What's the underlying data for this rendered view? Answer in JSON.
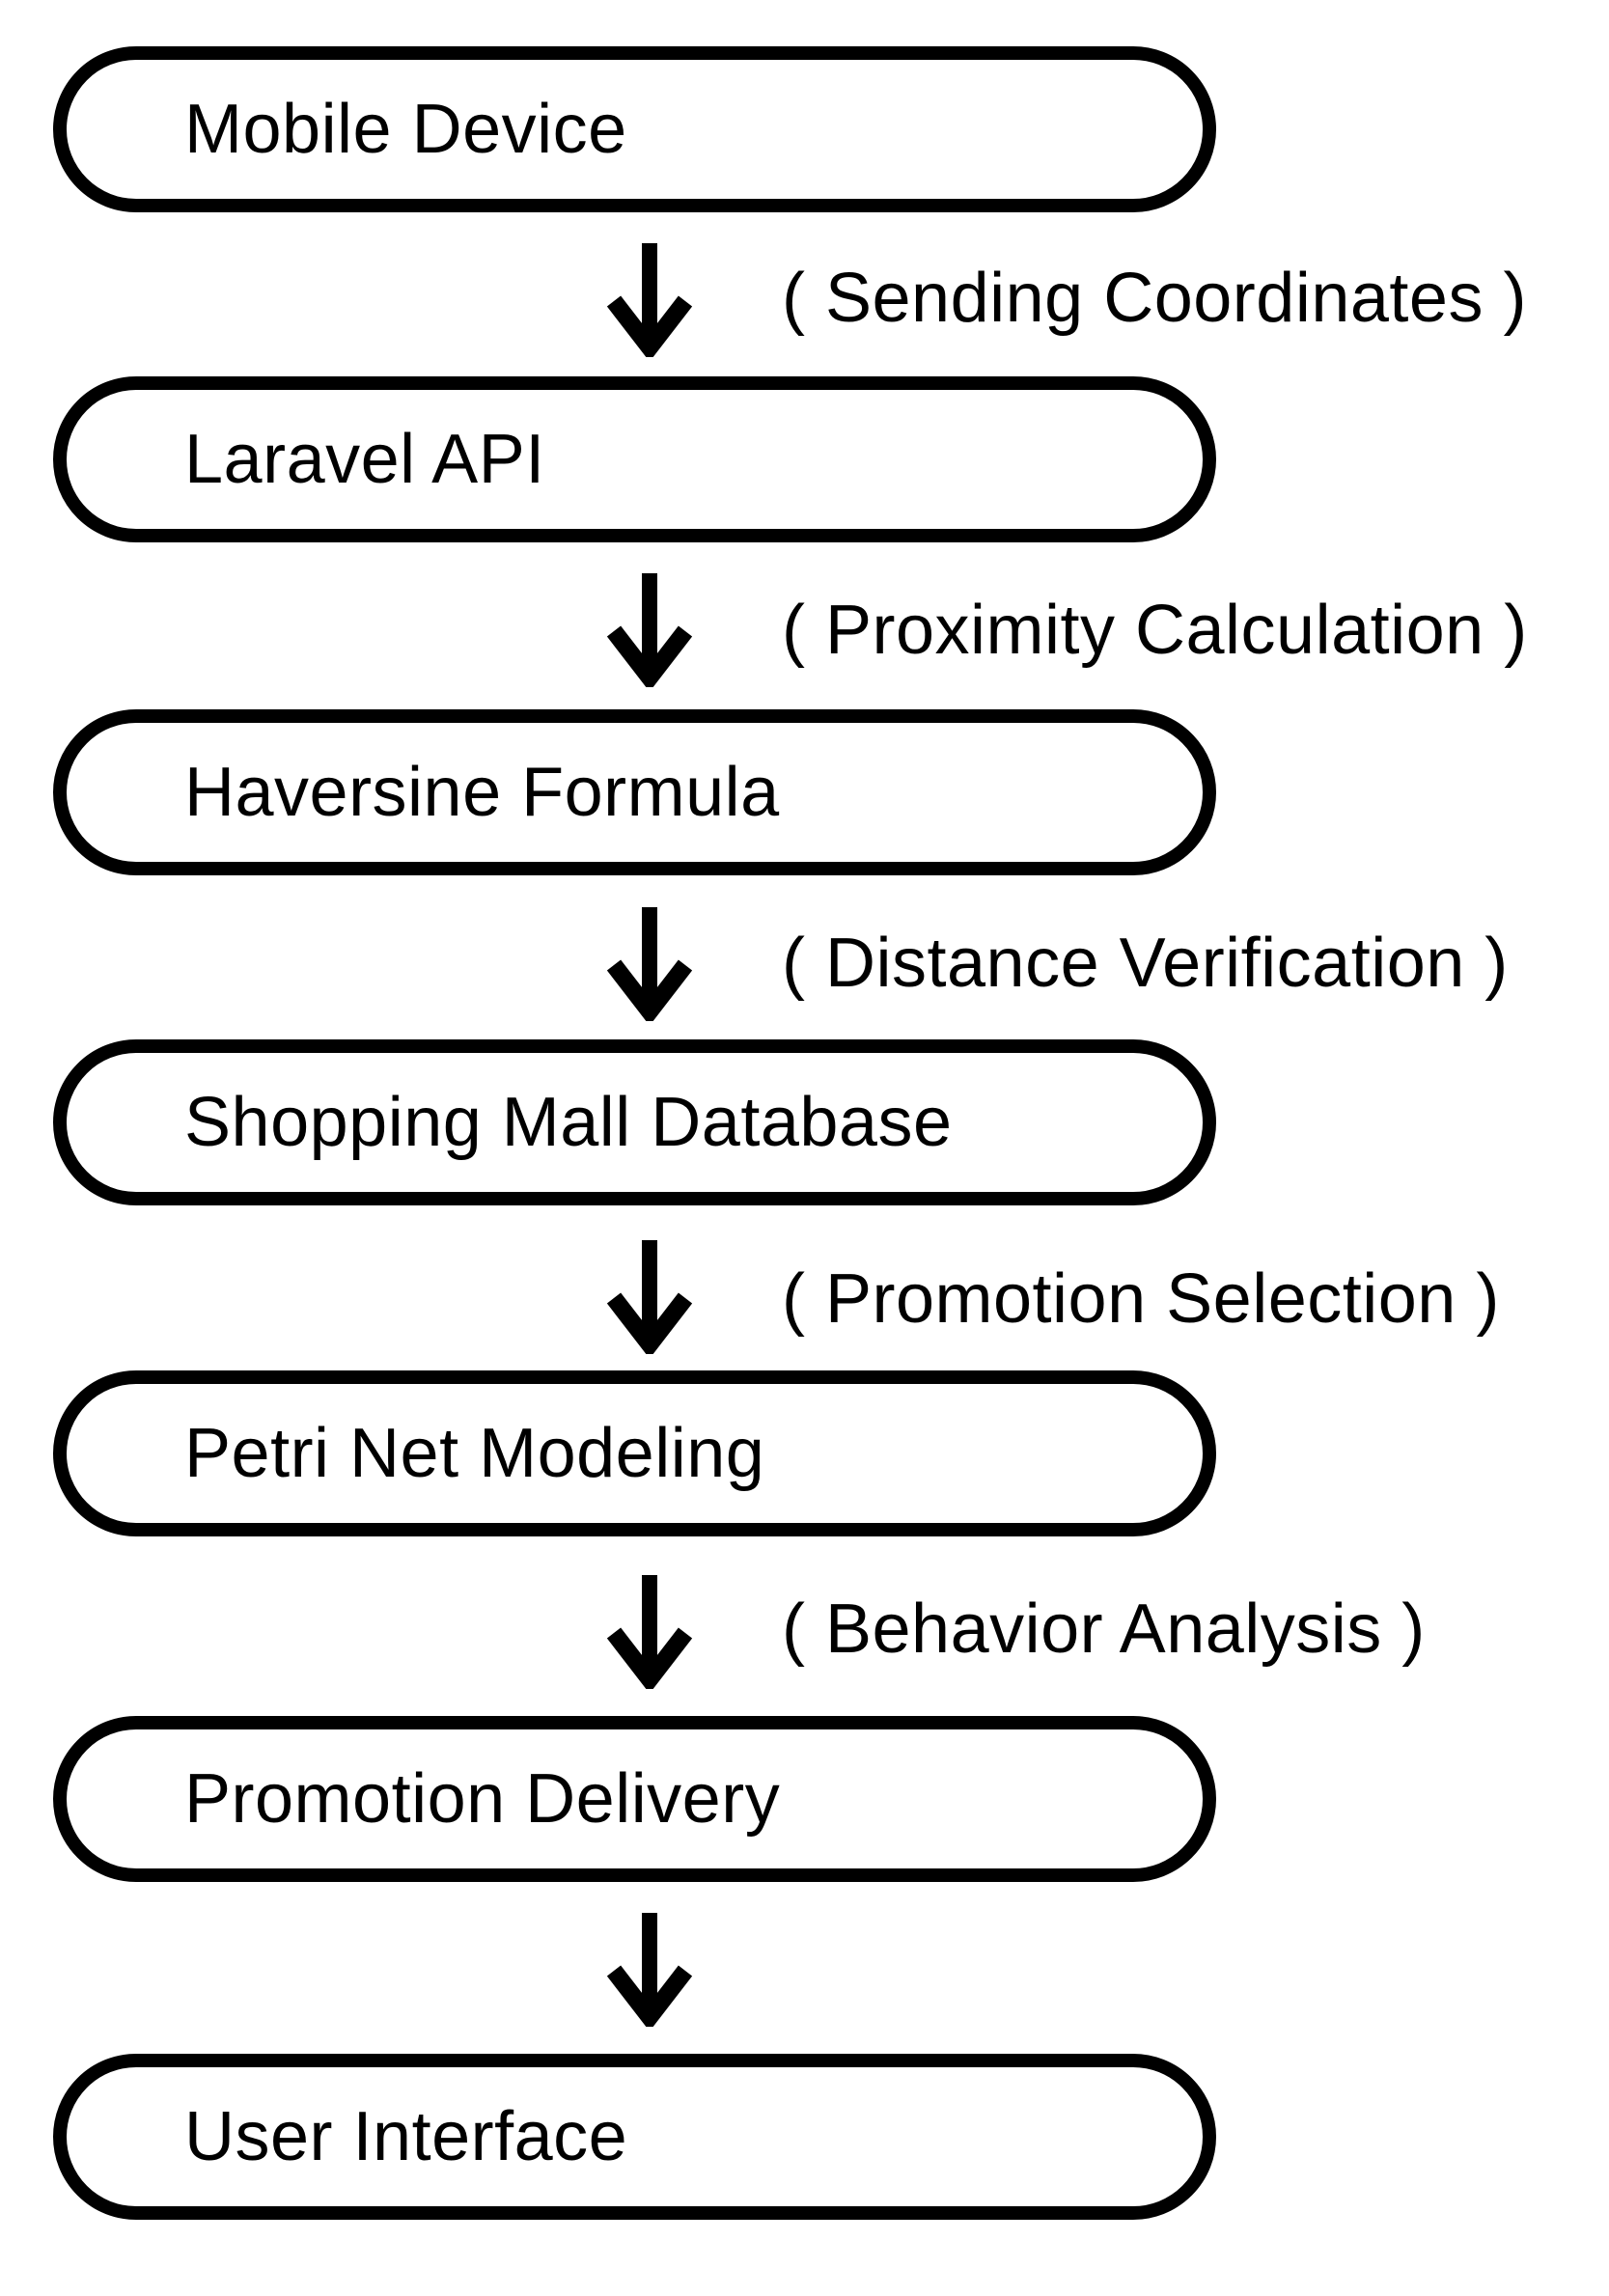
{
  "nodes": [
    "Mobile Device",
    "Laravel API",
    "Haversine Formula",
    "Shopping Mall Database",
    "Petri Net Modeling",
    "Promotion Delivery",
    "User Interface"
  ],
  "edges": [
    "( Sending Coordinates )",
    "( Proximity Calculation )",
    "( Distance Verification )",
    "( Promotion Selection )",
    "( Behavior Analysis )",
    ""
  ]
}
